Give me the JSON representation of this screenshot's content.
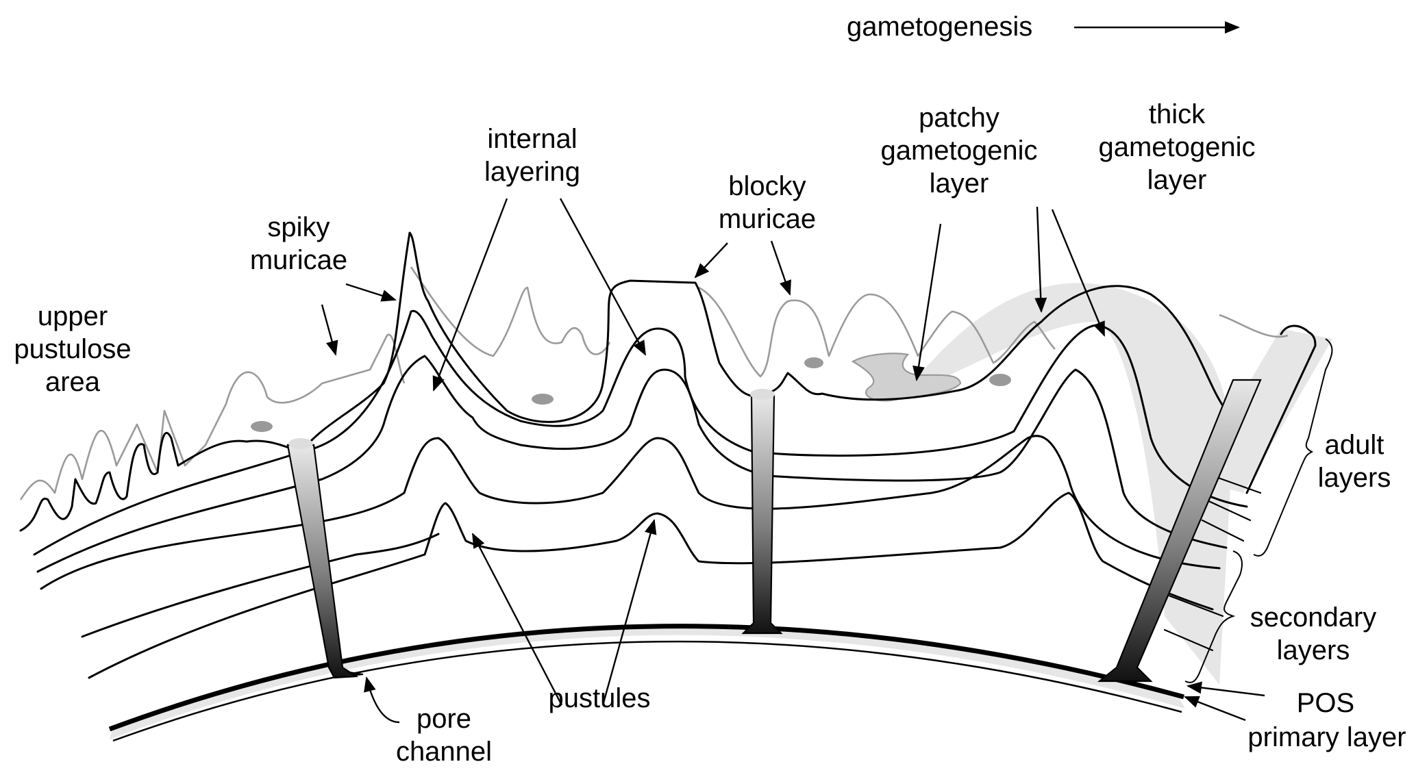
{
  "diagram": {
    "header": {
      "label": "gametogenesis",
      "direction_arrow": "arrow-right-icon"
    },
    "labels": {
      "upper_pustulose_area": [
        "upper",
        "pustulose",
        "area"
      ],
      "spiky_muricae": [
        "spiky",
        "muricae"
      ],
      "internal_layering": [
        "internal",
        "layering"
      ],
      "blocky_muricae": [
        "blocky",
        "muricae"
      ],
      "patchy_gametogenic_layer": [
        "patchy",
        "gametogenic",
        "layer"
      ],
      "thick_gametogenic_layer": [
        "thick",
        "gametogenic",
        "layer"
      ],
      "adult_layers": [
        "adult",
        "layers"
      ],
      "secondary_layers": [
        "secondary",
        "layers"
      ],
      "pos": "POS",
      "primary_layer": "primary layer",
      "pustules": "pustules",
      "pore_channel": [
        "pore",
        "channel"
      ]
    },
    "colors": {
      "outline": "#000000",
      "gray_outline": "#9a9a9a",
      "light_fill": "#e6e6e6",
      "patch_fill": "#d0d0d0",
      "spot_fill": "#999999"
    }
  }
}
